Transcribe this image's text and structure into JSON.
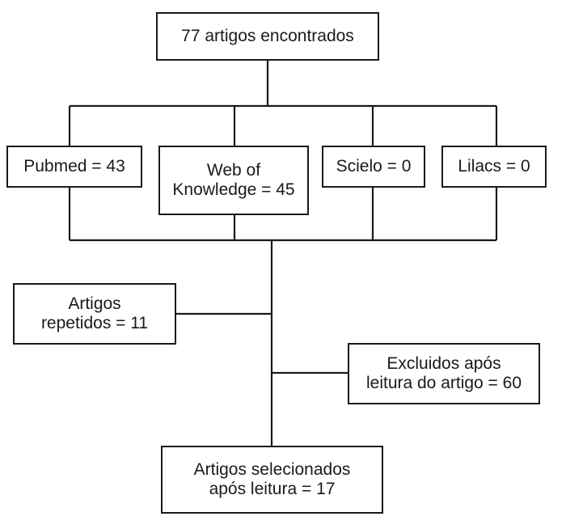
{
  "diagram": {
    "top": "77 artigos encontrados",
    "sources": {
      "pubmed": "Pubmed = 43",
      "web_of_knowledge": "Web of\nKnowledge = 45",
      "scielo": "Scielo = 0",
      "lilacs": "Lilacs = 0"
    },
    "repetidos": "Artigos\nrepetidos = 11",
    "excluidos": "Excluidos após\nleitura do artigo = 60",
    "selecionados": "Artigos selecionados\napós leitura = 17"
  }
}
